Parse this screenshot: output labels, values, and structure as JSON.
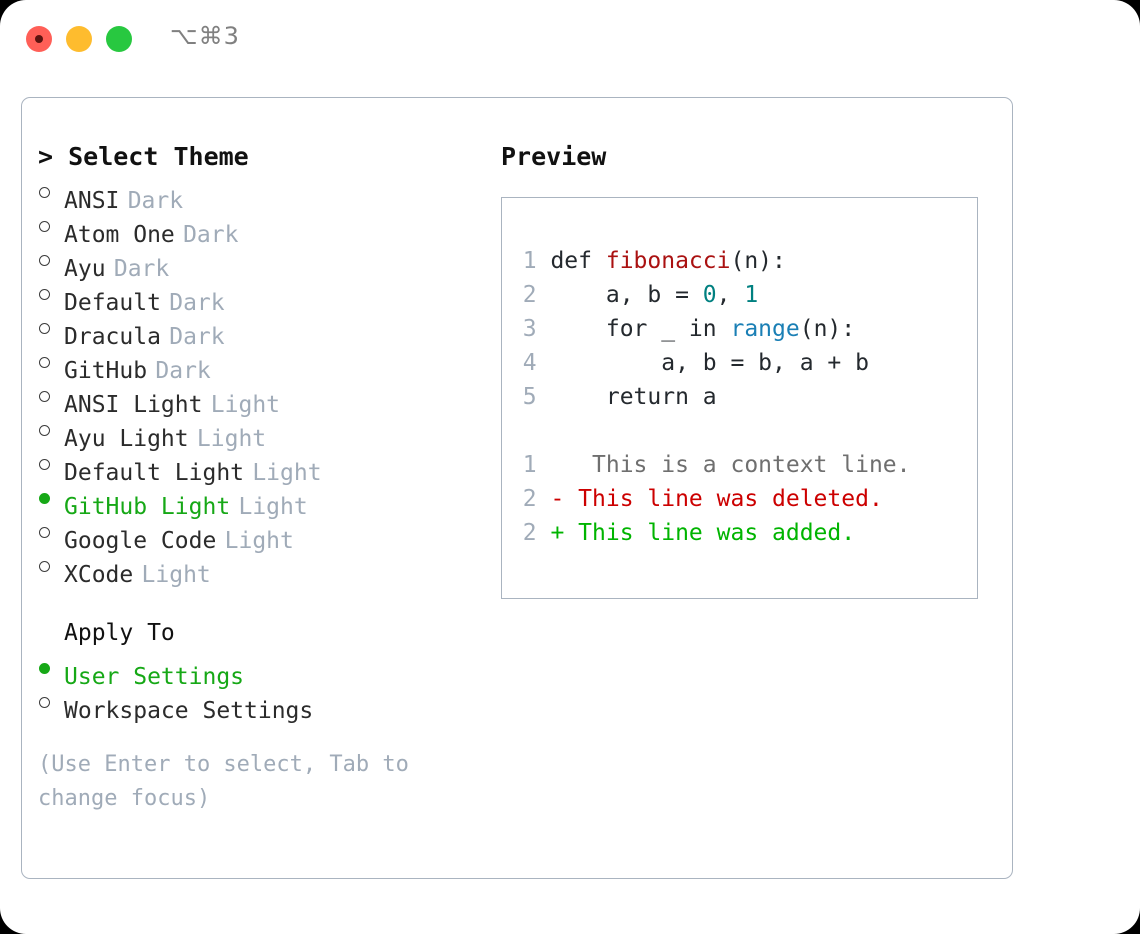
{
  "titlebar": {
    "shortcut": "⌥⌘3",
    "buttons": [
      {
        "name": "close",
        "color": "#ff5f57"
      },
      {
        "name": "minimize",
        "color": "#febc2e"
      },
      {
        "name": "maximize",
        "color": "#28c840"
      }
    ]
  },
  "theme_picker": {
    "heading": "> Select Theme",
    "items": [
      {
        "label": "ANSI",
        "kind": "Dark",
        "selected": false
      },
      {
        "label": "Atom One",
        "kind": "Dark",
        "selected": false
      },
      {
        "label": "Ayu",
        "kind": "Dark",
        "selected": false
      },
      {
        "label": "Default",
        "kind": "Dark",
        "selected": false
      },
      {
        "label": "Dracula",
        "kind": "Dark",
        "selected": false
      },
      {
        "label": "GitHub",
        "kind": "Dark",
        "selected": false
      },
      {
        "label": "ANSI Light",
        "kind": "Light",
        "selected": false
      },
      {
        "label": "Ayu Light",
        "kind": "Light",
        "selected": false
      },
      {
        "label": "Default Light",
        "kind": "Light",
        "selected": false
      },
      {
        "label": "GitHub Light",
        "kind": "Light",
        "selected": true
      },
      {
        "label": "Google Code",
        "kind": "Light",
        "selected": false
      },
      {
        "label": "XCode",
        "kind": "Light",
        "selected": false
      }
    ]
  },
  "apply_to": {
    "heading": "Apply To",
    "items": [
      {
        "label": "User Settings",
        "selected": true
      },
      {
        "label": "Workspace Settings",
        "selected": false
      }
    ]
  },
  "hint": "(Use Enter to select, Tab to change focus)",
  "preview": {
    "heading": "Preview",
    "code_lines": [
      {
        "num": "1",
        "segments": [
          {
            "text": "def ",
            "tok": "plain"
          },
          {
            "text": "fibonacci",
            "tok": "func"
          },
          {
            "text": "(n):",
            "tok": "plain"
          }
        ]
      },
      {
        "num": "2",
        "segments": [
          {
            "text": "    a, b = ",
            "tok": "plain"
          },
          {
            "text": "0",
            "tok": "num"
          },
          {
            "text": ", ",
            "tok": "plain"
          },
          {
            "text": "1",
            "tok": "num"
          }
        ]
      },
      {
        "num": "3",
        "segments": [
          {
            "text": "    for _ in ",
            "tok": "plain"
          },
          {
            "text": "range",
            "tok": "builtin"
          },
          {
            "text": "(n):",
            "tok": "plain"
          }
        ]
      },
      {
        "num": "4",
        "segments": [
          {
            "text": "        a, b = b, a + b",
            "tok": "plain"
          }
        ]
      },
      {
        "num": "5",
        "segments": [
          {
            "text": "    return a",
            "tok": "plain"
          }
        ]
      }
    ],
    "diff_lines": [
      {
        "num": "1",
        "marker": " ",
        "text": "  This is a context line.",
        "kind": "ctx"
      },
      {
        "num": "2",
        "marker": "-",
        "text": " This line was deleted.",
        "kind": "del"
      },
      {
        "num": "2",
        "marker": "+",
        "text": " This line was added.",
        "kind": "add"
      }
    ]
  },
  "colors": {
    "accent_green": "#16a816",
    "muted": "#a0abb8",
    "border": "#aab4c0",
    "func_red": "#aa1111",
    "number_teal": "#008080",
    "builtin_blue": "#1a7fb5",
    "diff_delete": "#cc0000",
    "diff_add": "#00b400"
  }
}
